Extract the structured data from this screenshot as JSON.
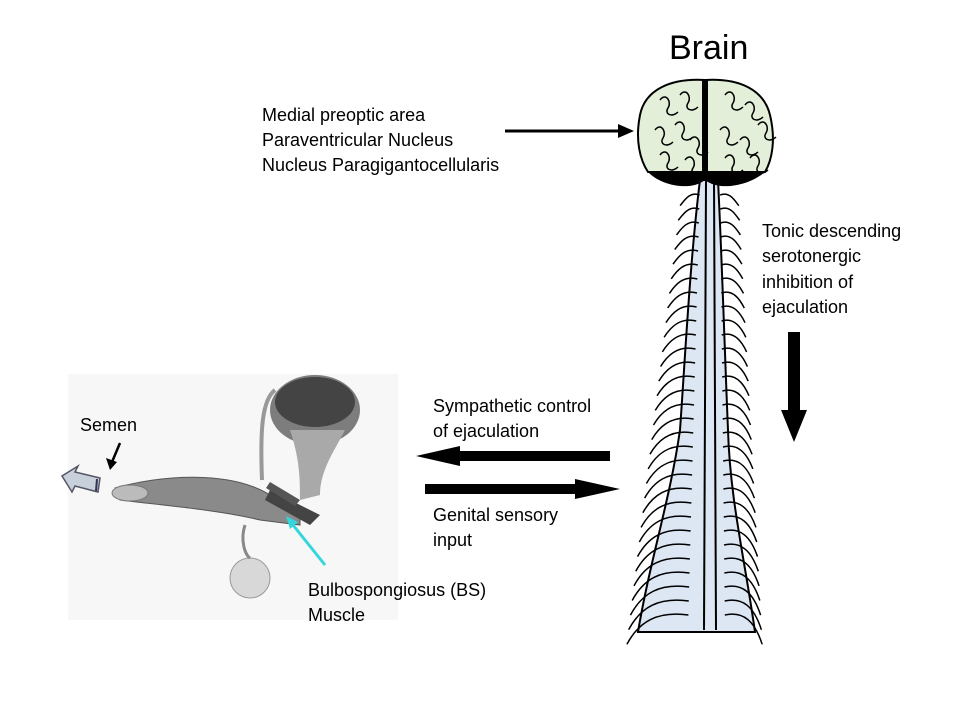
{
  "title": "Brain",
  "brain_regions": [
    "Medial preoptic area",
    "Paraventricular Nucleus",
    "Nucleus Paragigantocellularis"
  ],
  "descending_label": [
    "Tonic descending",
    "serotonergic",
    "inhibition of",
    "ejaculation"
  ],
  "sympathetic_label": [
    "Sympathetic control",
    "of ejaculation"
  ],
  "sensory_label": [
    "Genital sensory",
    "input"
  ],
  "semen_label": "Semen",
  "muscle_label": [
    "Bulbospongiosus (BS)",
    "Muscle"
  ],
  "colors": {
    "brain_fill": "#e4efd9",
    "spinal_fill": "#dde6f3",
    "muscle_pointer": "#33d6dd",
    "semen_arrow": "#c8d0dc",
    "outline": "#000000"
  }
}
